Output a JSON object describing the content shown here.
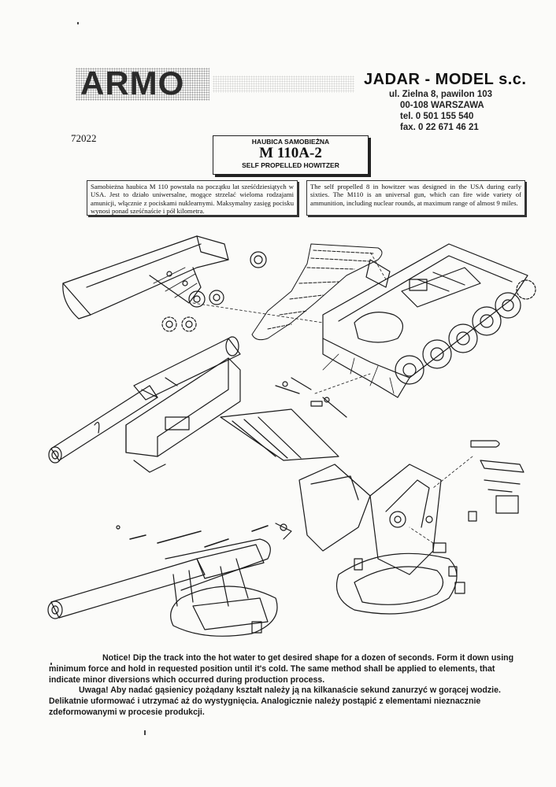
{
  "header": {
    "logo_text": "ARMO",
    "company": "JADAR - MODEL s.c.",
    "address": [
      "ul. Zielna 8, pawilon 103",
      "00-108 WARSZAWA",
      "tel. 0 501 155 540",
      "fax. 0 22 671 46 21"
    ]
  },
  "catalog_number": "72022",
  "title": {
    "pl": "HAUBICA SAMOBIEŻNA",
    "model": "M 110A-2",
    "en": "SELF PROPELLED HOWITZER"
  },
  "description": {
    "pl": "Samobieżna haubica M 110 powstała na początku lat sześćdziesiątych w USA. Jest to działo uniwersalne, mogące strzelać wieloma rodzajami amunicji, włącznie z pociskami nuklearnymi. Maksymalny zasięg pocisku wynosi ponad sześćnaście i pół kilometra.",
    "en": "The self propelled 8 in howitzer was designed in the USA during early sixties. The M110 is an universal gun, which can fire wide variety of ammunition, including nuclear rounds, at maximum range of almost 9 miles."
  },
  "notice": {
    "en_line1": "Notice! Dip the track into the hot water to get desired shape for a dozen of seconds. Form it down using",
    "en_line2": "minimum force and hold in requested position until it's cold. The same method shall be applied to elements, that",
    "en_line3": "indicate minor diversions which occurred during production process.",
    "pl_line1": "Uwaga! Aby nadać gąsienicy pożądany kształt należy ją na kilkanaście sekund zanurzyć w gorącej wodzie.",
    "pl_line2": "Delikatnie uformować i utrzymać aż do wystygnięcia. Analogicznie należy postąpić z elementami nieznacznie",
    "pl_line3": "zdeformowanymi w procesie produkcji."
  }
}
